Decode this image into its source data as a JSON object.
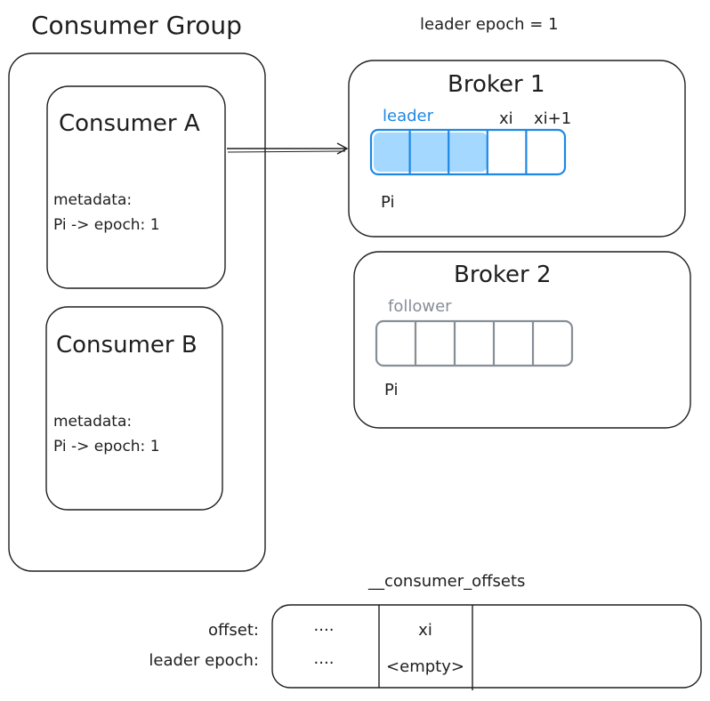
{
  "epoch_note": "leader epoch = 1",
  "consumer_group": {
    "title": "Consumer Group",
    "consumers": [
      {
        "name": "Consumer A",
        "meta_label": "metadata:",
        "meta_value": "Pi -> epoch: 1"
      },
      {
        "name": "Consumer B",
        "meta_label": "metadata:",
        "meta_value": "Pi -> epoch: 1"
      }
    ]
  },
  "brokers": [
    {
      "name": "Broker 1",
      "role": "leader",
      "partition": "Pi",
      "marker_xi": "xi",
      "marker_xi1": "xi+1",
      "color": "#1e88e5",
      "fill": "#a5d8ff"
    },
    {
      "name": "Broker 2",
      "role": "follower",
      "partition": "Pi",
      "color": "#868e96"
    }
  ],
  "offsets_table": {
    "title": "__consumer_offsets",
    "row_labels": [
      "offset:",
      "leader epoch:"
    ],
    "col1": [
      "....",
      "...."
    ],
    "col2": [
      "xi",
      "<empty>"
    ]
  }
}
